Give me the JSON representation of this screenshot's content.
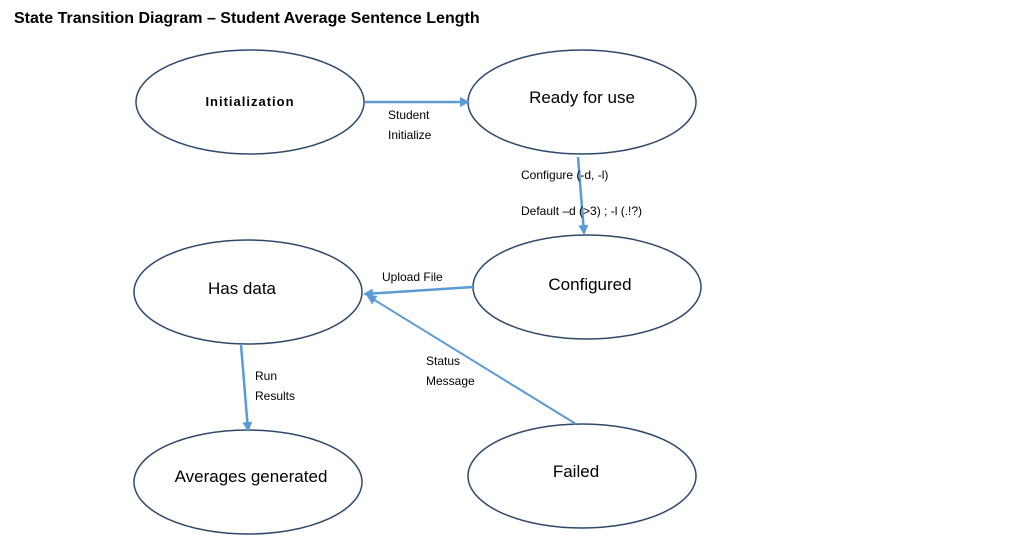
{
  "title": "State Transition Diagram – Student Average Sentence Length",
  "states": {
    "initialization": "Initialization",
    "ready": "Ready for use",
    "configured": "Configured",
    "has_data": "Has data",
    "averages": "Averages generated",
    "failed": "Failed"
  },
  "transitions": {
    "student_initialize": [
      "Student",
      "Initialize"
    ],
    "configure": [
      "Configure (-d, -l)",
      "Default –d (>3) ; -l (.!?)"
    ],
    "upload_file": [
      "Upload File"
    ],
    "status_message": [
      "Status",
      "Message"
    ],
    "run_results": [
      "Run",
      "Results"
    ]
  },
  "colors": {
    "ellipse_stroke": "#2e4a6b",
    "arrow": "#5b9bd5"
  }
}
